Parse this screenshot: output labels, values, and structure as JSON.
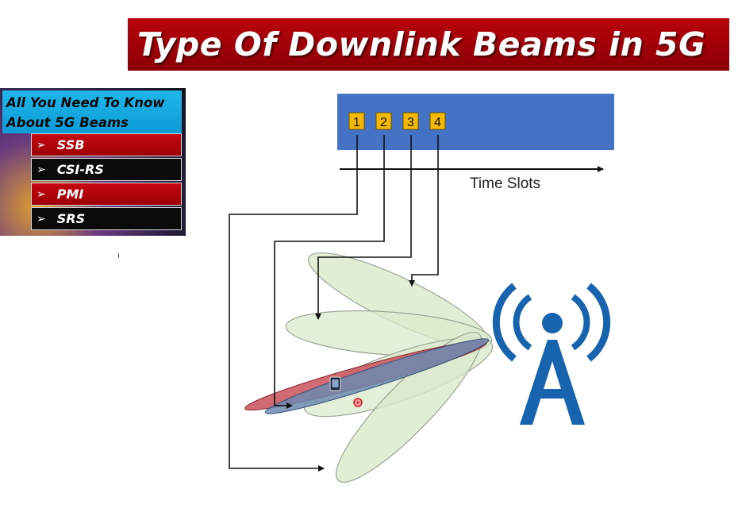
{
  "title": "Type Of Downlink Beams in 5G",
  "sidebar": {
    "heading_line1": "All You Need To Know",
    "heading_line2": "About 5G Beams",
    "items": [
      {
        "label": "SSB",
        "style": "red"
      },
      {
        "label": "CSI-RS",
        "style": "black"
      },
      {
        "label": "PMI",
        "style": "red"
      },
      {
        "label": "SRS",
        "style": "black"
      }
    ],
    "bullet": "➢"
  },
  "diagram": {
    "time_axis_label": "Time Slots",
    "slots": [
      "1",
      "2",
      "3",
      "4"
    ],
    "colors": {
      "slot_bar": "#4472c4",
      "slot_box": "#f5b800",
      "beam_fill": "#dbe9cc",
      "beam_stroke": "#9aa695",
      "narrow_beam_red": "#c8505a",
      "narrow_beam_blue": "#6d8ab0",
      "tower": "#1763ad",
      "title_bg": "#a80008",
      "sidebar_head": "#13a8e2"
    },
    "icons": [
      "cell-tower-icon",
      "mobile-phone-icon",
      "user-marker-icon"
    ]
  }
}
